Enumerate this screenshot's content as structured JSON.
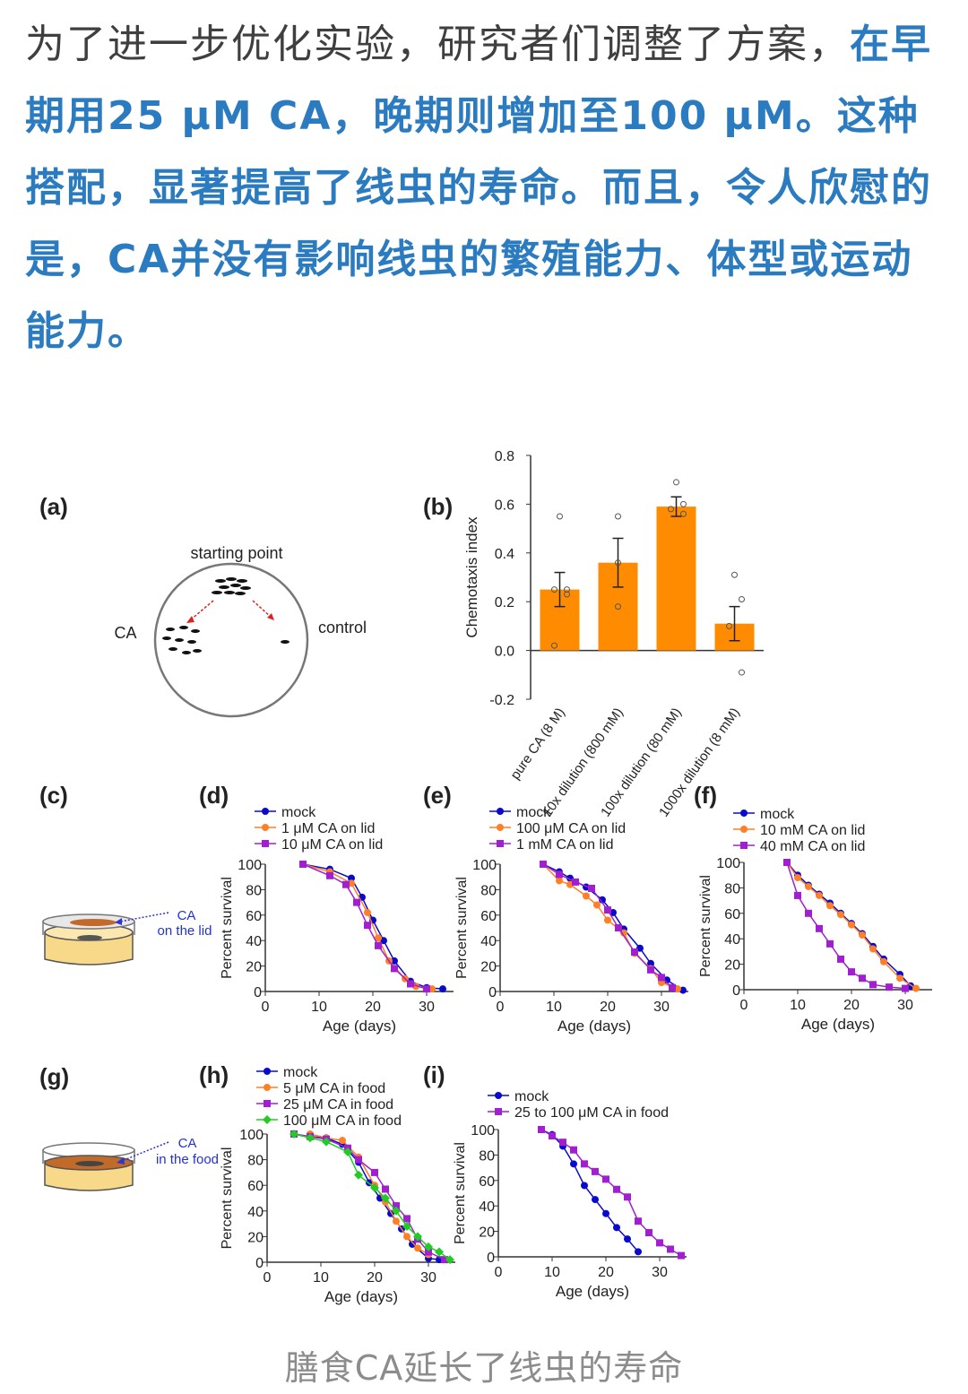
{
  "article": {
    "plain": "为了进一步优化实验，研究者们调整了方案，",
    "highlight": "在早期用25 μM CA，晚期则增加至100 μM。这种搭配，显著提高了线虫的寿命。而且，令人欣慰的是，CA并没有影响线虫的繁殖能力、体型或运动能力。"
  },
  "figure": {
    "panel_labels": {
      "a": "(a)",
      "b": "(b)",
      "c": "(c)",
      "d": "(d)",
      "e": "(e)",
      "f": "(f)",
      "g": "(g)",
      "h": "(h)",
      "i": "(i)"
    },
    "a": {
      "start": "starting point",
      "left": "CA",
      "right": "control"
    },
    "c": {
      "line1": "CA",
      "line2": "on the lid"
    },
    "g": {
      "line1": "CA",
      "line2": "in the food"
    },
    "survival_ylabel": "Percent survival",
    "survival_xlabel": "Age (days)"
  },
  "caption": "膳食CA延长了线虫的寿命",
  "chart_data": [
    {
      "id": "b",
      "type": "bar",
      "ylabel": "Chemotaxis index",
      "ylim": [
        -0.2,
        0.8
      ],
      "yticks": [
        -0.2,
        0.0,
        0.2,
        0.4,
        0.6,
        0.8
      ],
      "bar_color": "#ff8c00",
      "categories": [
        "pure CA (8 M)",
        "10x dilution (800 mM)",
        "100x dilution (80 mM)",
        "1000x dilution (8 mM)"
      ],
      "values": [
        0.25,
        0.36,
        0.59,
        0.11
      ],
      "errors": [
        0.07,
        0.1,
        0.04,
        0.07
      ],
      "points": [
        [
          0.55,
          0.25,
          0.25,
          0.23,
          0.02
        ],
        [
          0.55,
          0.36,
          0.18
        ],
        [
          0.69,
          0.6,
          0.58,
          0.56
        ],
        [
          0.31,
          0.21,
          0.1,
          -0.09
        ]
      ]
    },
    {
      "id": "d",
      "type": "line",
      "xlabel": "Age (days)",
      "ylabel": "Percent survival",
      "xlim": [
        0,
        35
      ],
      "ylim": [
        0,
        100
      ],
      "xticks": [
        0,
        10,
        20,
        30
      ],
      "yticks": [
        0,
        20,
        40,
        60,
        80,
        100
      ],
      "series": [
        {
          "name": "mock",
          "color": "#0a0acc",
          "marker": "circle",
          "x": [
            7,
            12,
            16,
            18,
            20,
            22,
            24,
            27,
            30,
            33
          ],
          "y": [
            100,
            96,
            89,
            74,
            56,
            40,
            24,
            8,
            3,
            2
          ]
        },
        {
          "name": "1 μM CA on lid",
          "color": "#ff7f27",
          "marker": "circle",
          "x": [
            7,
            12,
            16,
            19,
            21,
            23,
            26,
            28,
            31
          ],
          "y": [
            100,
            94,
            85,
            62,
            42,
            24,
            10,
            4,
            2
          ]
        },
        {
          "name": "10 μM CA on lid",
          "color": "#a020d0",
          "marker": "square",
          "x": [
            7,
            12,
            15,
            17,
            19,
            21,
            24,
            27,
            30
          ],
          "y": [
            100,
            91,
            84,
            70,
            52,
            36,
            18,
            6,
            2
          ]
        }
      ]
    },
    {
      "id": "e",
      "type": "line",
      "xlabel": "Age (days)",
      "ylabel": "Percent survival",
      "xlim": [
        0,
        35
      ],
      "ylim": [
        0,
        100
      ],
      "xticks": [
        0,
        10,
        20,
        30
      ],
      "yticks": [
        0,
        20,
        40,
        60,
        80,
        100
      ],
      "series": [
        {
          "name": "mock",
          "color": "#0a0acc",
          "marker": "circle",
          "x": [
            8,
            11,
            13,
            16,
            19,
            21,
            23,
            26,
            28,
            31,
            34
          ],
          "y": [
            100,
            94,
            89,
            82,
            72,
            62,
            49,
            34,
            22,
            9,
            1
          ]
        },
        {
          "name": "100 μM CA on lid",
          "color": "#ff7f27",
          "marker": "circle",
          "x": [
            8,
            11,
            13,
            16,
            18,
            20,
            23,
            25,
            28,
            30,
            33
          ],
          "y": [
            100,
            87,
            84,
            75,
            68,
            56,
            46,
            30,
            18,
            7,
            2
          ]
        },
        {
          "name": "1 mM CA on lid",
          "color": "#a020d0",
          "marker": "square",
          "x": [
            8,
            11,
            14,
            17,
            20,
            22,
            25,
            28,
            30,
            32
          ],
          "y": [
            100,
            92,
            86,
            81,
            64,
            50,
            31,
            17,
            11,
            3
          ]
        }
      ]
    },
    {
      "id": "f",
      "type": "line",
      "xlabel": "Age (days)",
      "ylabel": "Percent survival",
      "xlim": [
        0,
        35
      ],
      "ylim": [
        0,
        100
      ],
      "xticks": [
        0,
        10,
        20,
        30
      ],
      "yticks": [
        0,
        20,
        40,
        60,
        80,
        100
      ],
      "series": [
        {
          "name": "mock",
          "color": "#0a0acc",
          "marker": "circle",
          "x": [
            8,
            10,
            12,
            14,
            16,
            18,
            20,
            22,
            24,
            26,
            29,
            31
          ],
          "y": [
            100,
            90,
            82,
            75,
            68,
            60,
            52,
            44,
            34,
            24,
            12,
            3
          ]
        },
        {
          "name": "10 mM CA on lid",
          "color": "#ff7f27",
          "marker": "circle",
          "x": [
            8,
            10,
            12,
            14,
            16,
            18,
            20,
            22,
            24,
            26,
            29,
            32
          ],
          "y": [
            100,
            88,
            81,
            74,
            66,
            59,
            51,
            43,
            32,
            22,
            9,
            1
          ]
        },
        {
          "name": "40 mM CA on lid",
          "color": "#a020d0",
          "marker": "square",
          "x": [
            8,
            10,
            12,
            14,
            16,
            18,
            20,
            22,
            24,
            27,
            30
          ],
          "y": [
            100,
            74,
            60,
            48,
            36,
            24,
            14,
            9,
            4,
            2,
            1
          ]
        }
      ]
    },
    {
      "id": "h",
      "type": "line",
      "xlabel": "Age (days)",
      "ylabel": "Percent survival",
      "xlim": [
        0,
        35
      ],
      "ylim": [
        0,
        100
      ],
      "xticks": [
        0,
        10,
        20,
        30
      ],
      "yticks": [
        0,
        20,
        40,
        60,
        80,
        100
      ],
      "series": [
        {
          "name": "mock",
          "color": "#0a0acc",
          "marker": "circle",
          "x": [
            5,
            8,
            11,
            14,
            17,
            19,
            21,
            23,
            25,
            27,
            30,
            32
          ],
          "y": [
            100,
            98,
            97,
            92,
            78,
            62,
            50,
            38,
            26,
            14,
            3,
            2
          ]
        },
        {
          "name": "5 μM CA in food",
          "color": "#ff7f27",
          "marker": "circle",
          "x": [
            8,
            11,
            14,
            17,
            20,
            22,
            24,
            26,
            28,
            30
          ],
          "y": [
            100,
            97,
            95,
            82,
            60,
            47,
            32,
            20,
            11,
            6
          ]
        },
        {
          "name": "25 μM CA in food",
          "color": "#a020d0",
          "marker": "square",
          "x": [
            5,
            8,
            11,
            15,
            17,
            20,
            22,
            24,
            26,
            28,
            30,
            33
          ],
          "y": [
            100,
            98,
            96,
            89,
            80,
            70,
            57,
            44,
            34,
            18,
            8,
            2
          ]
        },
        {
          "name": "100 μM CA in food",
          "color": "#22cc22",
          "marker": "diamond",
          "x": [
            5,
            8,
            11,
            15,
            17,
            20,
            22,
            24,
            26,
            28,
            30,
            32,
            34
          ],
          "y": [
            100,
            97,
            94,
            86,
            68,
            58,
            50,
            40,
            28,
            20,
            12,
            8,
            2
          ]
        }
      ]
    },
    {
      "id": "i",
      "type": "line",
      "xlabel": "Age (days)",
      "ylabel": "Percent survival",
      "xlim": [
        0,
        35
      ],
      "ylim": [
        0,
        100
      ],
      "xticks": [
        0,
        10,
        20,
        30
      ],
      "yticks": [
        0,
        20,
        40,
        60,
        80,
        100
      ],
      "series": [
        {
          "name": "mock",
          "color": "#0a0acc",
          "marker": "circle",
          "x": [
            8,
            10,
            12,
            14,
            16,
            18,
            20,
            22,
            24,
            26
          ],
          "y": [
            100,
            96,
            87,
            73,
            56,
            45,
            34,
            23,
            14,
            4
          ]
        },
        {
          "name": "25 to 100 μM CA in food",
          "color": "#a020d0",
          "marker": "square",
          "x": [
            8,
            10,
            12,
            14,
            16,
            18,
            20,
            22,
            24,
            26,
            28,
            30,
            32,
            34
          ],
          "y": [
            100,
            95,
            90,
            84,
            73,
            67,
            61,
            53,
            47,
            28,
            19,
            11,
            6,
            1
          ]
        }
      ]
    }
  ]
}
